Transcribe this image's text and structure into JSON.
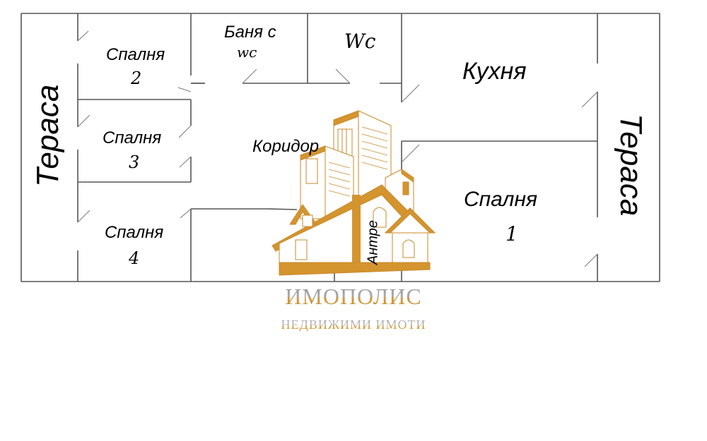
{
  "floor_plan": {
    "rooms": {
      "terrace_left": "Тераса",
      "terrace_right": "Тераса",
      "bedroom_2_name": "Спалня",
      "bedroom_2_num": "2",
      "bedroom_3_name": "Спалня",
      "bedroom_3_num": "3",
      "bedroom_4_name": "Спалня",
      "bedroom_4_num": "4",
      "bedroom_1_name": "Спалня",
      "bedroom_1_num": "1",
      "bathroom_line1": "Баня с",
      "bathroom_line2": "wc",
      "wc": "Wc",
      "kitchen": "Кухня",
      "corridor": "Коридор",
      "entrance": "Антре"
    },
    "colors": {
      "wall": "#555555",
      "logo_gold": "#d4942e",
      "logo_outline": "#c98a2a"
    }
  },
  "watermark": {
    "name": "ИМОПОЛИС",
    "tagline": "НЕДВИЖИМИ ИМОТИ"
  }
}
